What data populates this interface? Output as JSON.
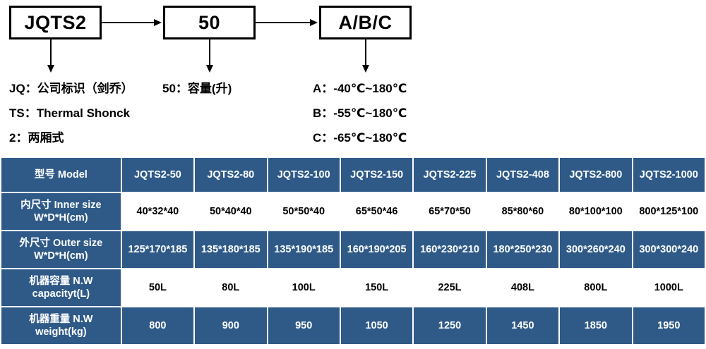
{
  "diagram": {
    "boxes": [
      {
        "id": "model",
        "label": "JQTS2"
      },
      {
        "id": "volume",
        "label": "50"
      },
      {
        "id": "temp",
        "label": "A/B/C"
      }
    ],
    "legend_left": [
      "JQ：公司标识（剑乔）",
      "TS：Thermal Shonck",
      "2：两厢式"
    ],
    "legend_mid": [
      "50：容量(升)"
    ],
    "legend_right": [
      "A：-40℃~180℃",
      "B：-55℃~180℃",
      "C：-65℃~180℃"
    ]
  },
  "table": {
    "header": {
      "label": "型号 Model",
      "models": [
        "JQTS2-50",
        "JQTS2-80",
        "JQTS2-100",
        "JQTS2-150",
        "JQTS2-225",
        "JQTS2-408",
        "JQTS2-800",
        "JQTS2-1000"
      ]
    },
    "rows": [
      {
        "label_line1": "内尺寸 Inner size",
        "label_line2": "W*D*H(cm)",
        "style": "white",
        "values": [
          "40*32*40",
          "50*40*40",
          "50*50*40",
          "65*50*46",
          "65*70*50",
          "85*80*60",
          "80*100*100",
          "800*125*100"
        ]
      },
      {
        "label_line1": "外尺寸 Outer size",
        "label_line2": "W*D*H(cm)",
        "style": "blue",
        "values": [
          "125*170*185",
          "135*180*185",
          "135*190*185",
          "160*190*205",
          "160*230*210",
          "180*250*230",
          "300*260*240",
          "300*300*240"
        ]
      },
      {
        "label_line1": "机器容量 N.W",
        "label_line2": "capacityt(L)",
        "style": "white",
        "values": [
          "50L",
          "80L",
          "100L",
          "150L",
          "225L",
          "408L",
          "800L",
          "1000L"
        ]
      },
      {
        "label_line1": "机器重量 N.W",
        "label_line2": "weight(kg)",
        "style": "blue",
        "values": [
          "800",
          "900",
          "950",
          "1050",
          "1250",
          "1450",
          "1850",
          "1950"
        ]
      }
    ]
  },
  "colors": {
    "table_blue": "#2f5a88",
    "table_white": "#ffffff",
    "line_black": "#000000"
  }
}
